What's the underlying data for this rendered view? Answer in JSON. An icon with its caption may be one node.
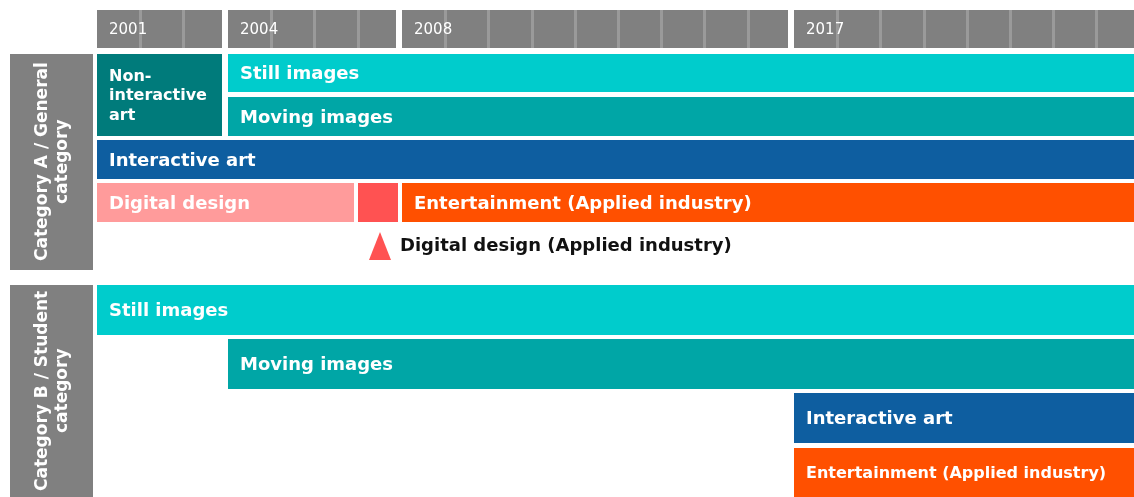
{
  "diagram": {
    "nodes": [
      {
        "text": [
          "2001"
        ]
      },
      {
        "text": [
          "2004"
        ]
      },
      {
        "text": [
          "2008"
        ]
      },
      {
        "text": [
          "2017"
        ]
      },
      {
        "text": [
          "Category A / General category"
        ]
      },
      {
        "text": [
          "Non-interactive art"
        ]
      },
      {
        "text": [
          "Still images"
        ]
      },
      {
        "text": [
          "Moving images"
        ]
      },
      {
        "text": [
          "Interactive art"
        ]
      },
      {
        "text": [
          "Digital design"
        ]
      },
      {
        "text": [],
        "shape": "box"
      },
      {
        "text": [
          "Entertainment (Applied industry)"
        ]
      },
      {
        "text": [
          "Category B / Student category"
        ]
      },
      {
        "text": [
          "Still images"
        ]
      },
      {
        "text": [
          "Moving images"
        ]
      },
      {
        "text": [
          "Interactive art"
        ]
      },
      {
        "text": [
          "Entertainment (Applied industry)"
        ]
      }
    ],
    "labels": [
      "Digital design (Applied industry)"
    ]
  }
}
